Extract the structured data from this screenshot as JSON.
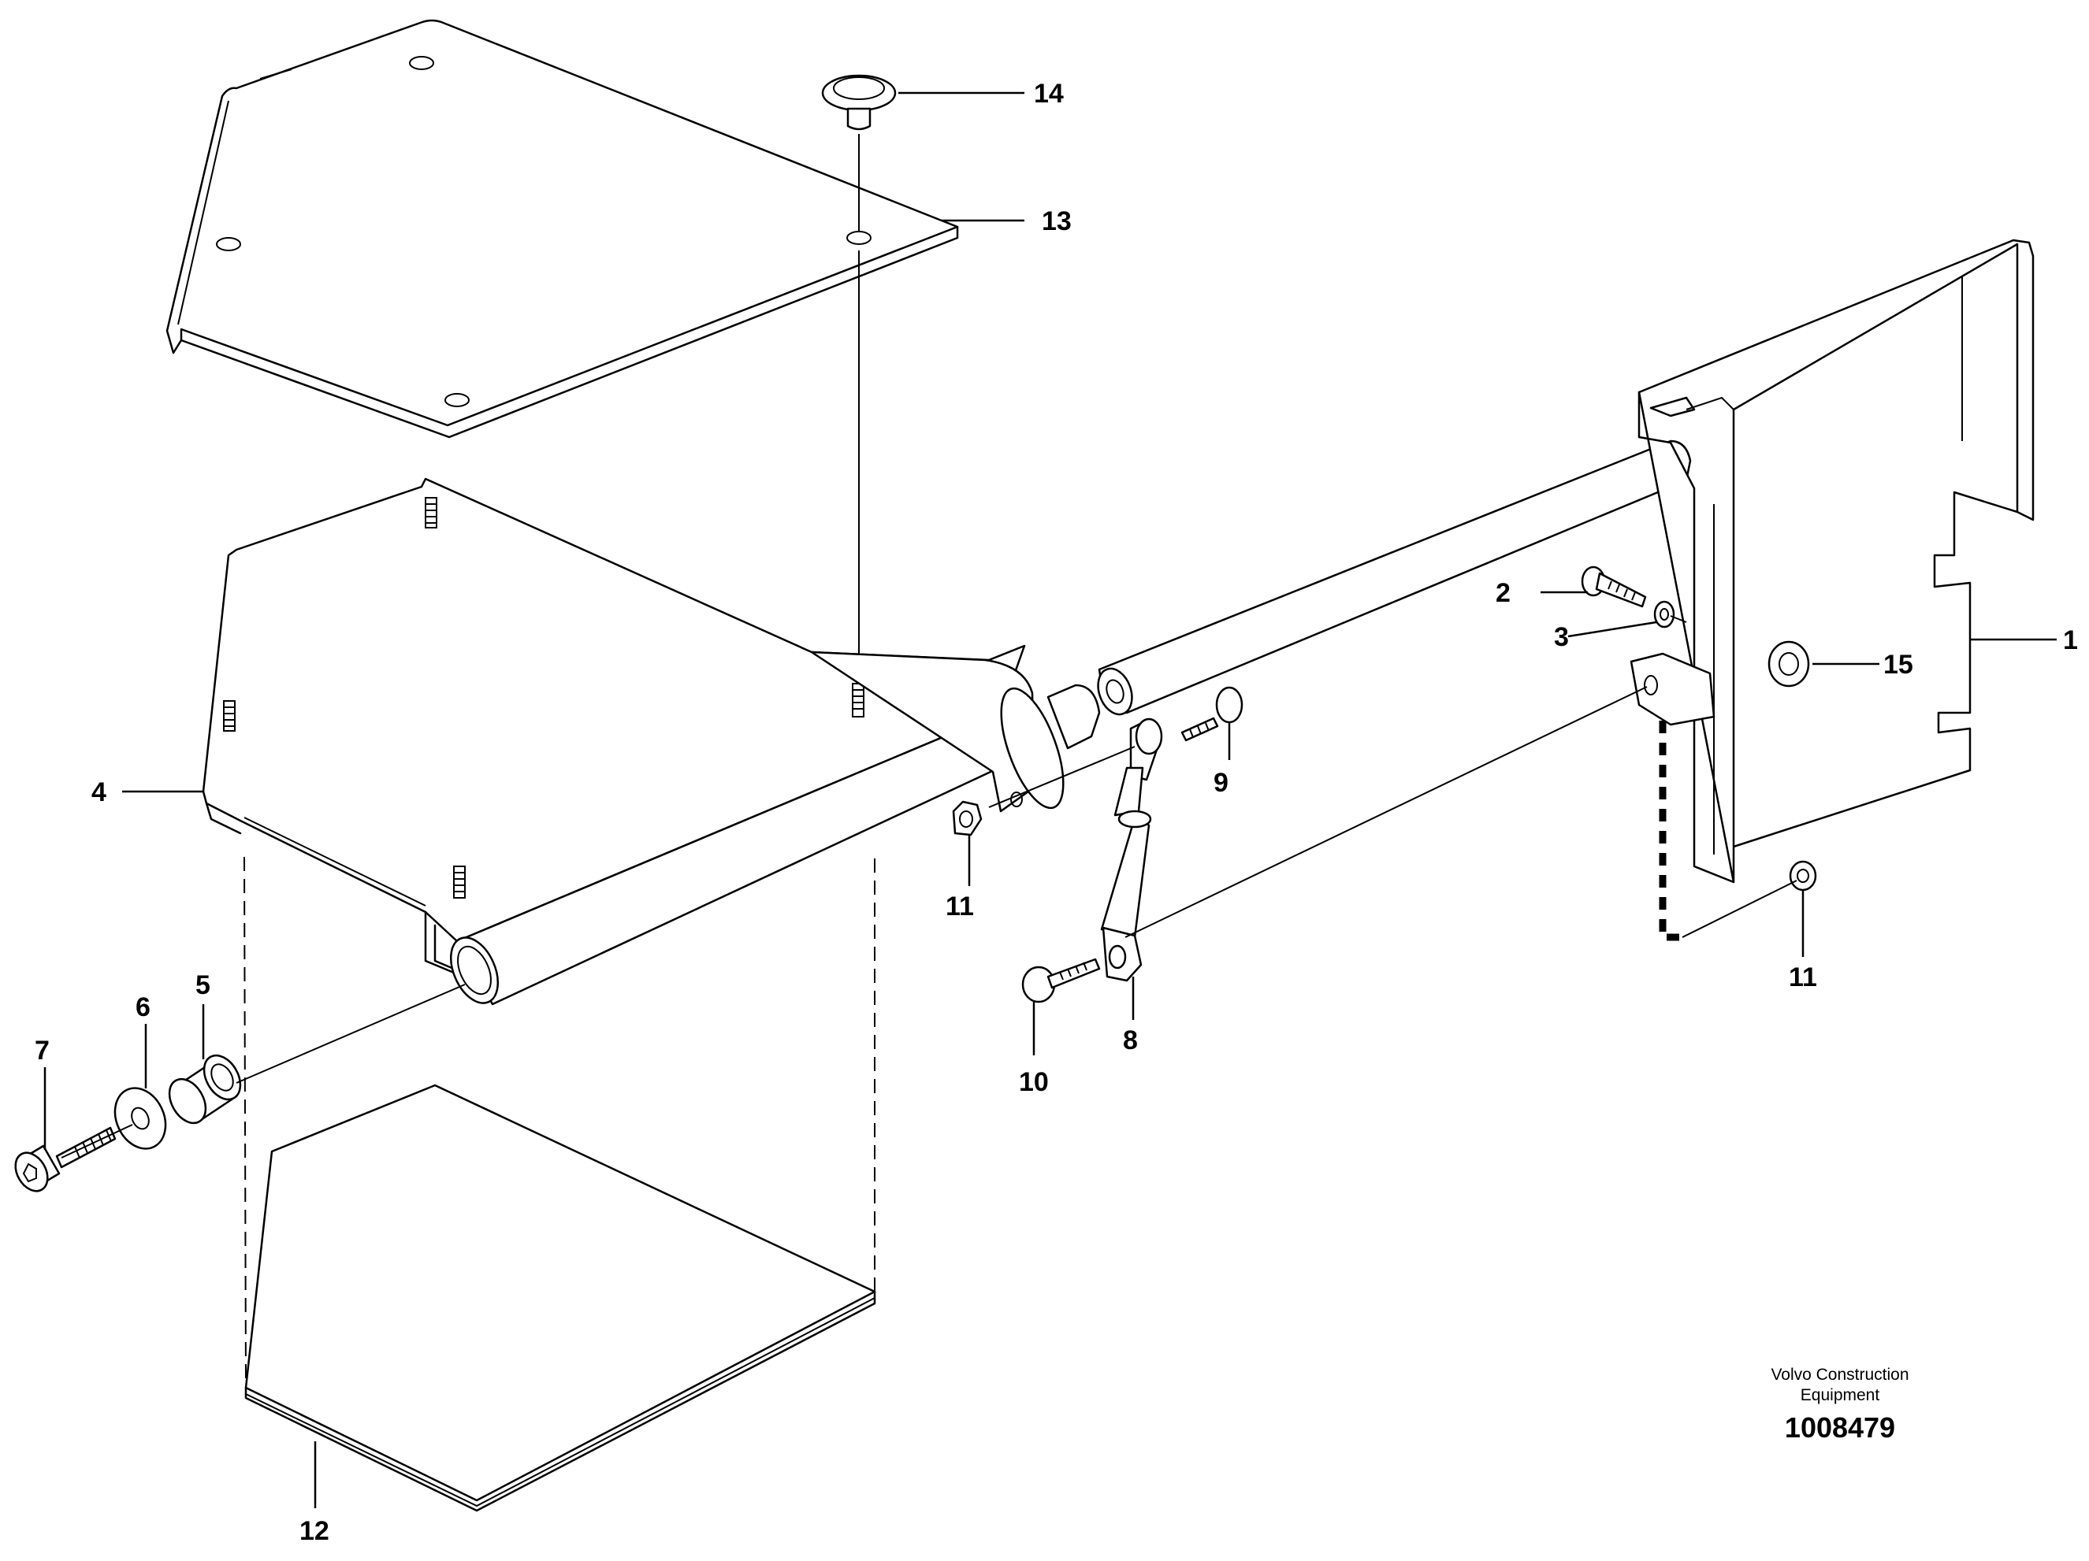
{
  "callouts": {
    "c1": "1",
    "c2": "2",
    "c3": "3",
    "c4": "4",
    "c5": "5",
    "c6": "6",
    "c7": "7",
    "c8": "8",
    "c9": "9",
    "c10": "10",
    "c11a": "11",
    "c11b": "11",
    "c12": "12",
    "c13": "13",
    "c14": "14",
    "c15": "15"
  },
  "caption": {
    "line1": "Volvo Construction",
    "line2": "Equipment",
    "number": "1008479"
  }
}
